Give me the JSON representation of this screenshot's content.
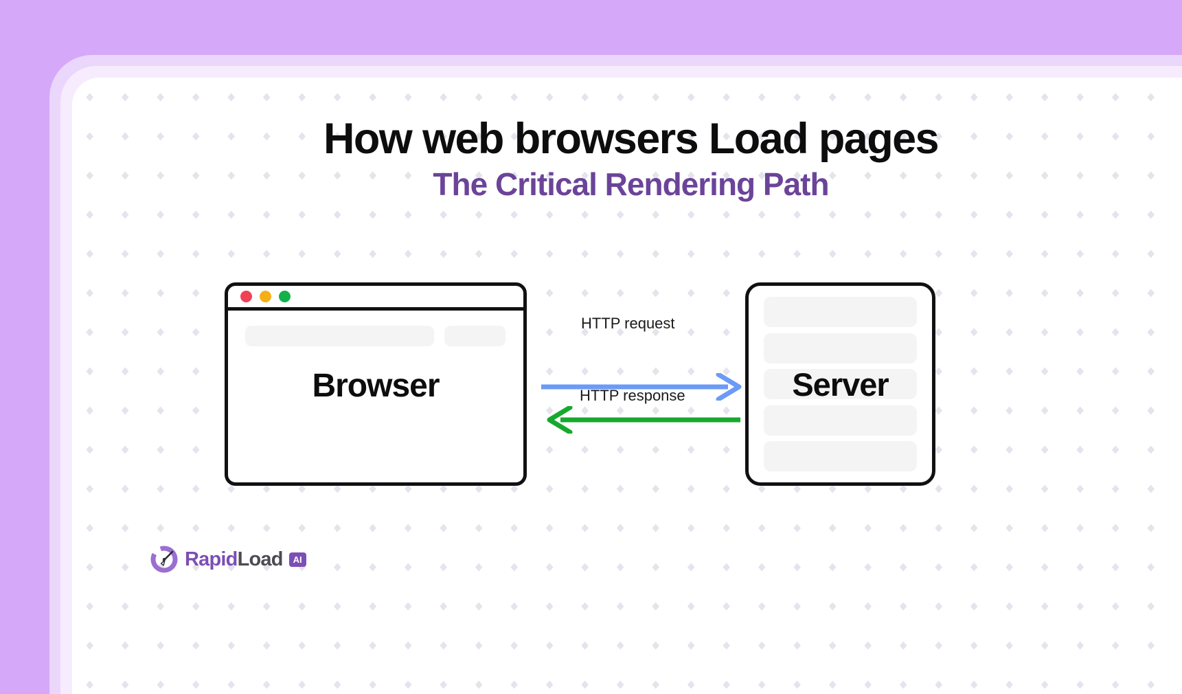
{
  "page": {
    "title": "How web browsers Load pages",
    "subtitle": "The Critical Rendering Path"
  },
  "colors": {
    "background_lavender": "#D5A8FA",
    "frame_mid": "#EBD6FC",
    "frame_inner": "#F7ECFE",
    "card": "#FFFFFF",
    "dot_grid": "#E9E7EF",
    "subtitle_purple": "#6B4499",
    "request_arrow_blue": "#6C9BF5",
    "response_arrow_green": "#17A92E",
    "traffic_red": "#F04155",
    "traffic_amber": "#F5B014",
    "traffic_green": "#11B24A",
    "skeleton_grey": "#F4F4F5",
    "logo_purple": "#7B4FB5",
    "logo_dark": "#4B4B52"
  },
  "diagram": {
    "browser": {
      "label": "Browser",
      "traffic_lights": [
        "red",
        "amber",
        "green"
      ],
      "skeleton_bars": [
        "wide",
        "small"
      ]
    },
    "server": {
      "label": "Server",
      "rack_rows": 5
    },
    "arrows": [
      {
        "label": "HTTP request",
        "direction": "right",
        "color": "#6C9BF5"
      },
      {
        "label": "HTTP response",
        "direction": "left",
        "color": "#17A92E"
      }
    ]
  },
  "logo": {
    "icon": "speedometer-gauge-icon",
    "name_first": "Rapid",
    "name_second": "Load",
    "badge": "AI"
  }
}
